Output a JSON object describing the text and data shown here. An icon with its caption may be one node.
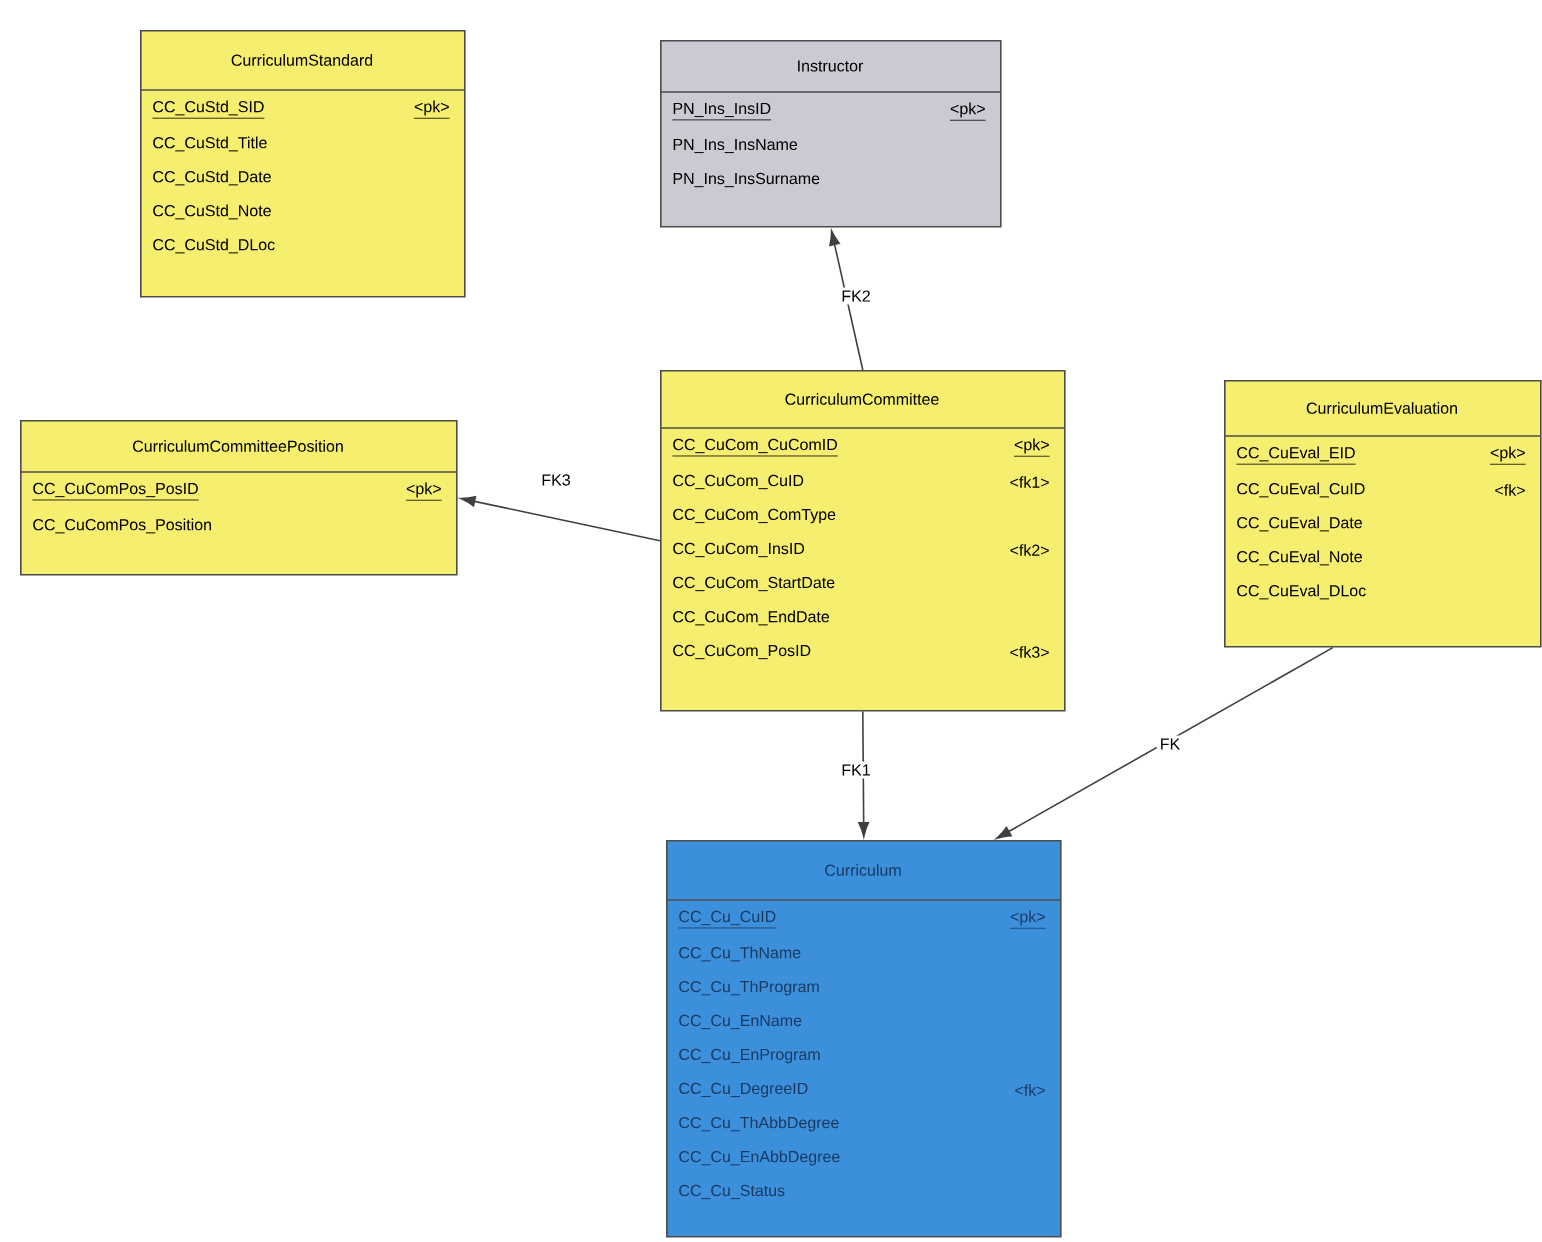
{
  "diagram": {
    "nodes": [
      {
        "text": [
          "CurriculumStandard",
          "CC_CuStd_SID",
          "<pk>",
          "CC_CuStd_Title",
          "CC_CuStd_Date",
          "CC_CuStd_Note",
          "CC_CuStd_DLoc"
        ]
      },
      {
        "text": [
          "Instructor",
          "PN_Ins_InsID",
          "<pk>",
          "PN_Ins_InsName",
          "PN_Ins_InsSurname"
        ]
      },
      {
        "text": [
          "CurriculumCommitteePosition",
          "CC_CuComPos_PosID",
          "<pk>",
          "CC_CuComPos_Position"
        ]
      },
      {
        "text": [
          "CurriculumCommittee",
          "CC_CuCom_CuComID",
          "<pk>",
          "CC_CuCom_CuID",
          "<fk1>",
          "CC_CuCom_ComType",
          "CC_CuCom_InsID",
          "<fk2>",
          "CC_CuCom_StartDate",
          "CC_CuCom_EndDate",
          "CC_CuCom_PosID",
          "<fk3>"
        ]
      },
      {
        "text": [
          "CurriculumEvaluation",
          "CC_CuEval_EID",
          "<pk>",
          "CC_CuEval_CuID",
          "<fk>",
          "CC_CuEval_Date",
          "CC_CuEval_Note",
          "CC_CuEval_DLoc"
        ]
      },
      {
        "text": [
          "Curriculum",
          "CC_Cu_CuID",
          "<pk>",
          "CC_Cu_ThName",
          "CC_Cu_ThProgram",
          "CC_Cu_EnName",
          "CC_Cu_EnProgram",
          "CC_Cu_DegreeID",
          "<fk>",
          "CC_Cu_ThAbbDegree",
          "CC_Cu_EnAbbDegree",
          "CC_Cu_Status"
        ]
      }
    ],
    "edges": [
      {
        "from": 3,
        "to": 1,
        "arrow": "to",
        "label": "FK2"
      },
      {
        "from": 3,
        "to": 2,
        "arrow": "to",
        "label": "FK3"
      },
      {
        "from": 3,
        "to": 5,
        "arrow": "to",
        "label": "FK1"
      },
      {
        "from": 4,
        "to": 5,
        "arrow": "to",
        "label": "FK"
      }
    ]
  }
}
